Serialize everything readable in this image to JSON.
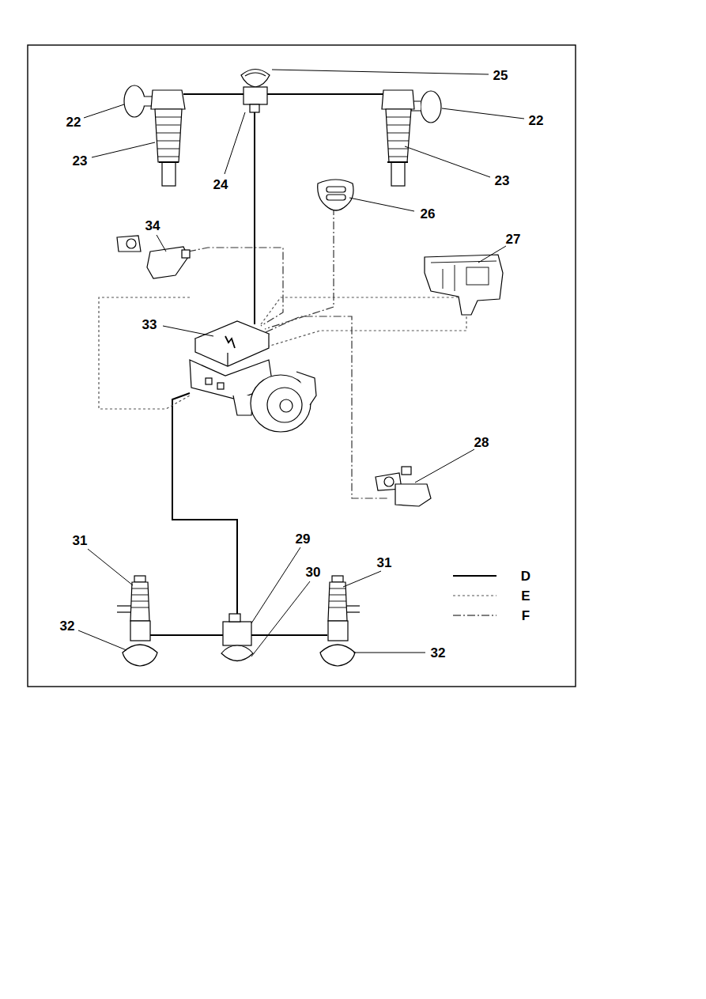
{
  "diagram": {
    "labels": [
      "25",
      "22",
      "22",
      "23",
      "24",
      "23",
      "26",
      "34",
      "27",
      "33",
      "28",
      "29",
      "31",
      "31",
      "30",
      "32",
      "32"
    ],
    "legend": [
      {
        "text": "D"
      },
      {
        "text": "E"
      },
      {
        "text": "F"
      }
    ]
  }
}
